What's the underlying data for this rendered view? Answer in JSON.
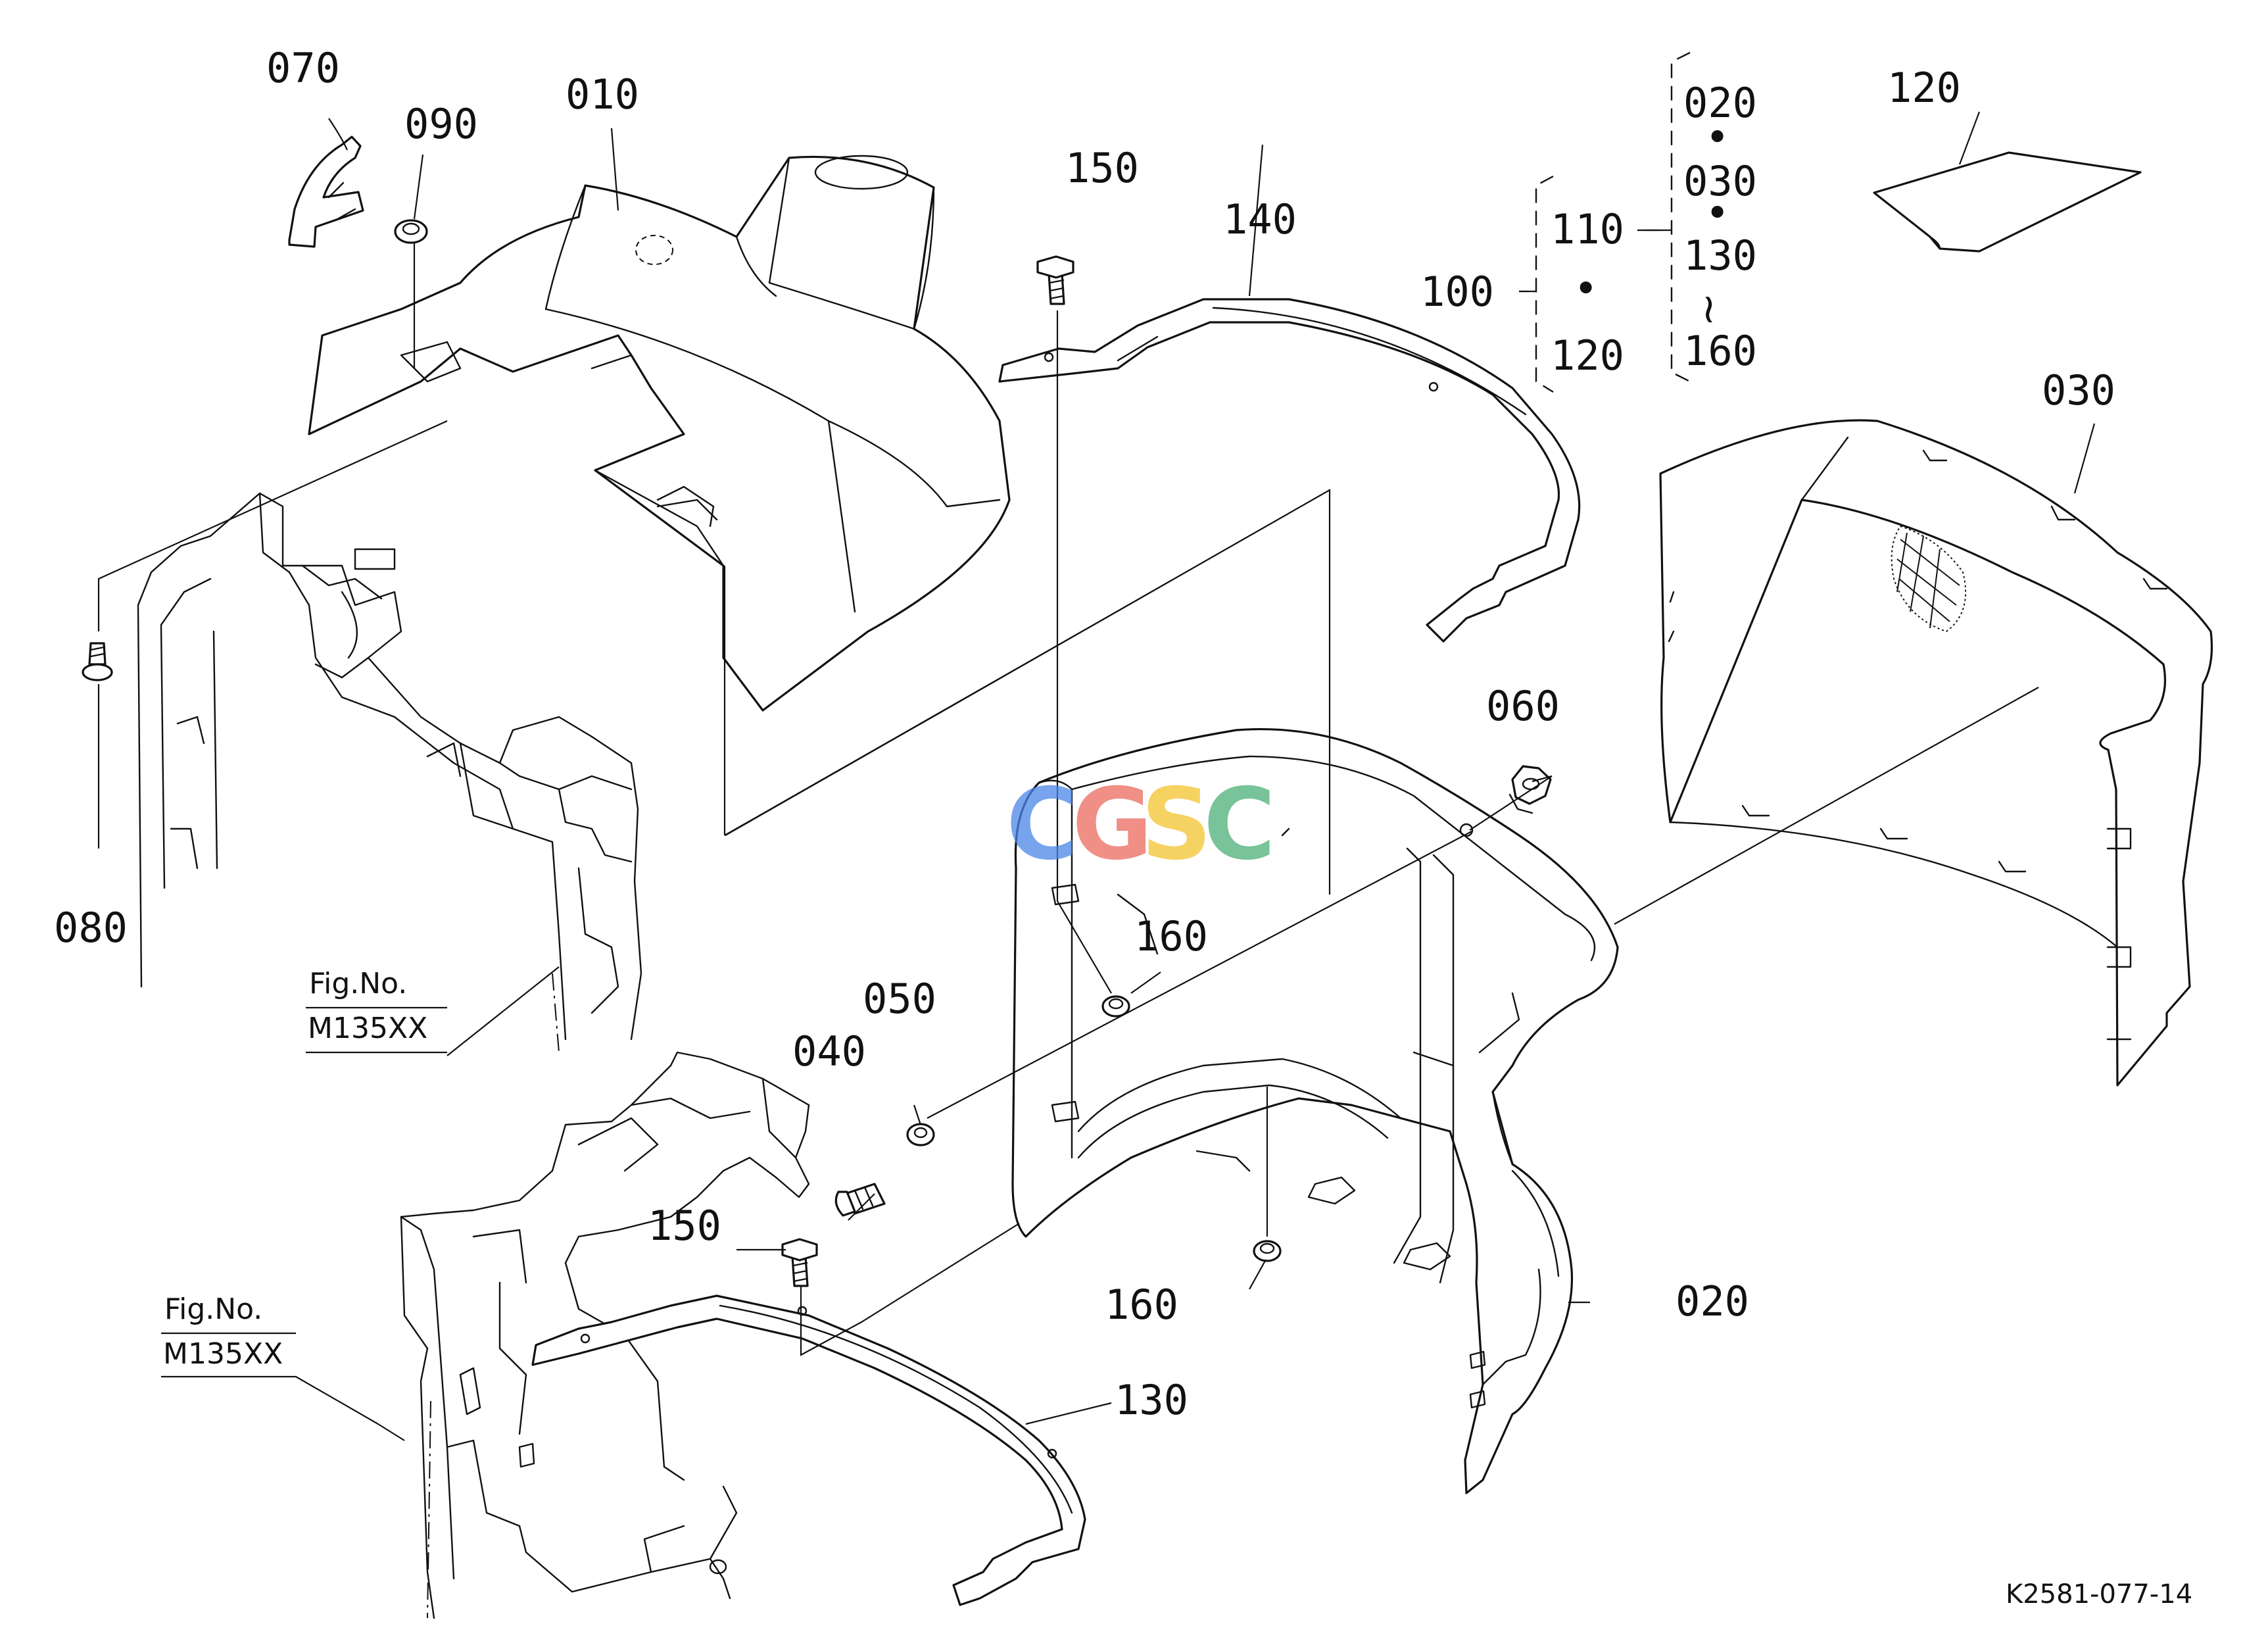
{
  "labels": {
    "p070": "070",
    "p090": "090",
    "p010": "010",
    "p150a": "150",
    "p140": "140",
    "p100": "100",
    "p110": "110",
    "p120a": "120",
    "p020a": "020",
    "p030a": "030",
    "p130a": "130",
    "p160a": "160",
    "p120b": "120",
    "p030b": "030",
    "p060": "060",
    "p080": "080",
    "p160b": "160",
    "p050": "050",
    "p040": "040",
    "p150b": "150",
    "p160c": "160",
    "p020b": "020",
    "p130b": "130"
  },
  "group_markers": {
    "mid_dot": "•",
    "range": "≀"
  },
  "fig_refs": {
    "upper_title": "Fig.No.",
    "upper_code": "M135XX",
    "lower_title": "Fig.No.",
    "lower_code": "M135XX"
  },
  "drawing_code": "K2581-077-14",
  "watermark": {
    "letters": [
      "C",
      "G",
      "S",
      "C"
    ],
    "colors": [
      "#4a86e8",
      "#ea6a5e",
      "#f4c430",
      "#4caf78"
    ]
  }
}
